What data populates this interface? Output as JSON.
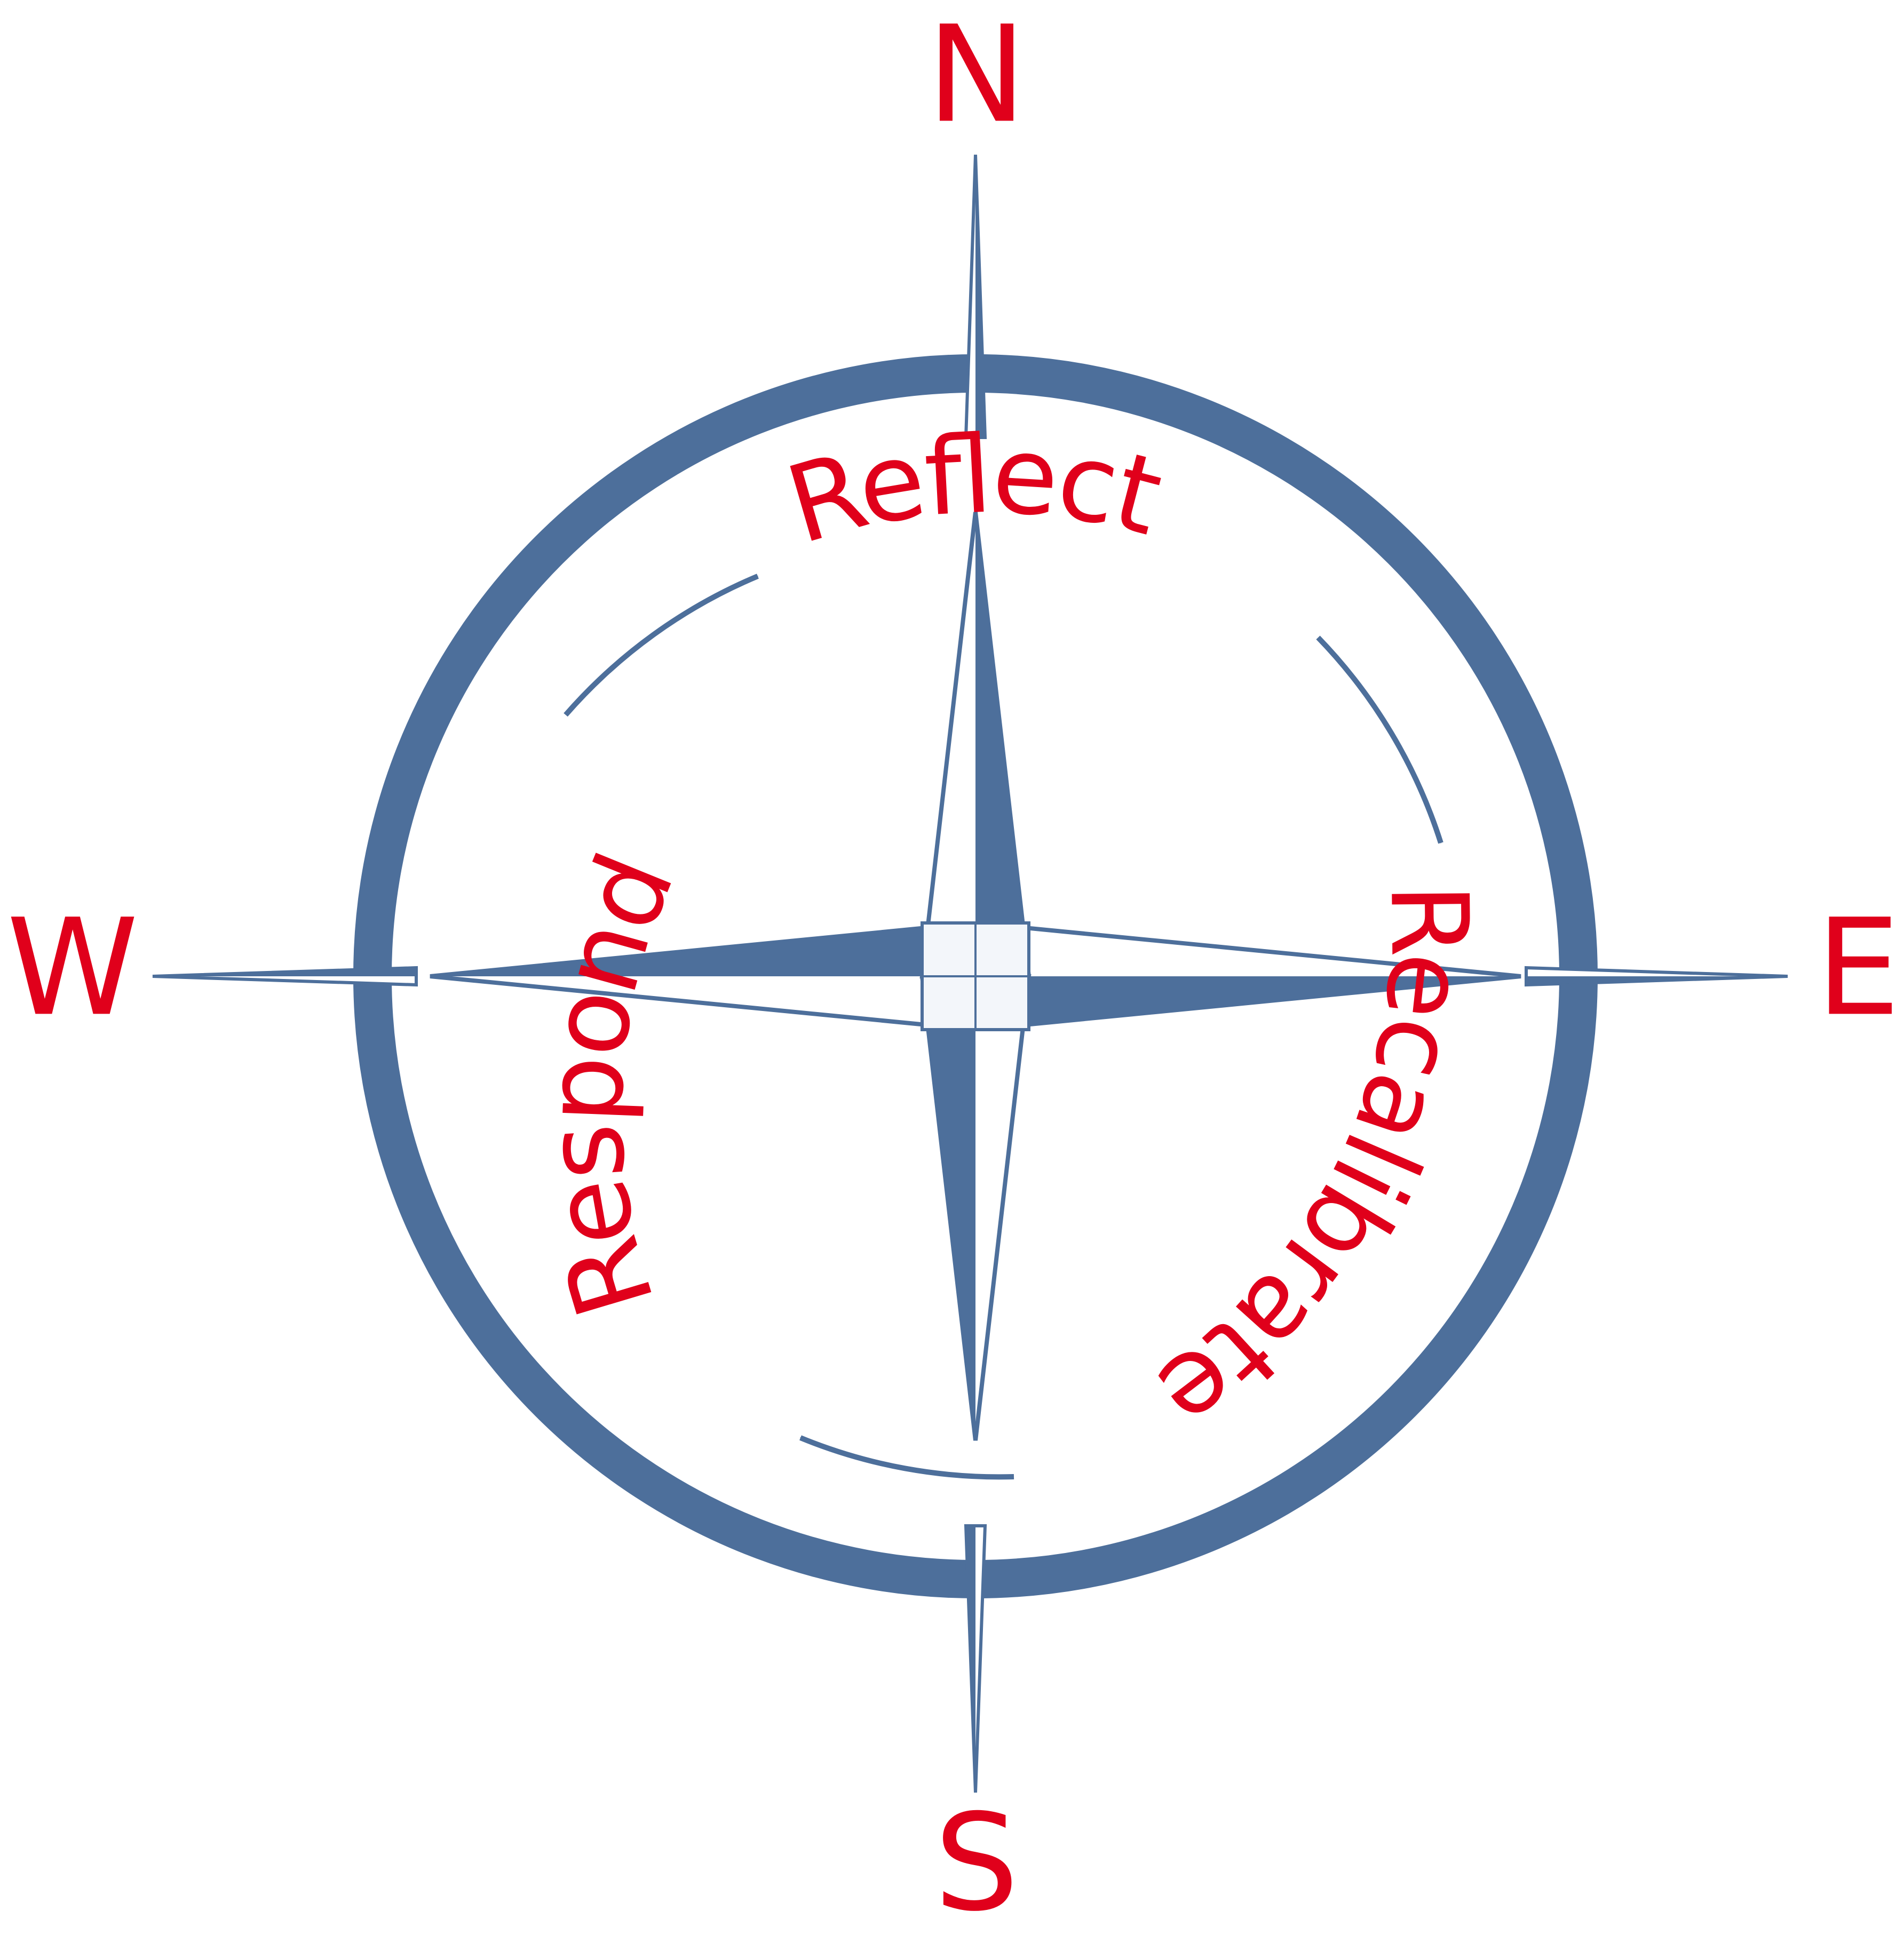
{
  "colors": {
    "accent": "#4d6f9b",
    "text": "#e0001b",
    "background": "#ffffff"
  },
  "cardinals": {
    "north": "N",
    "east": "E",
    "south": "S",
    "west": "W"
  },
  "stages": {
    "reflect": "Reflect",
    "recalibrate": "Recalibrate",
    "respond": "Respond"
  }
}
